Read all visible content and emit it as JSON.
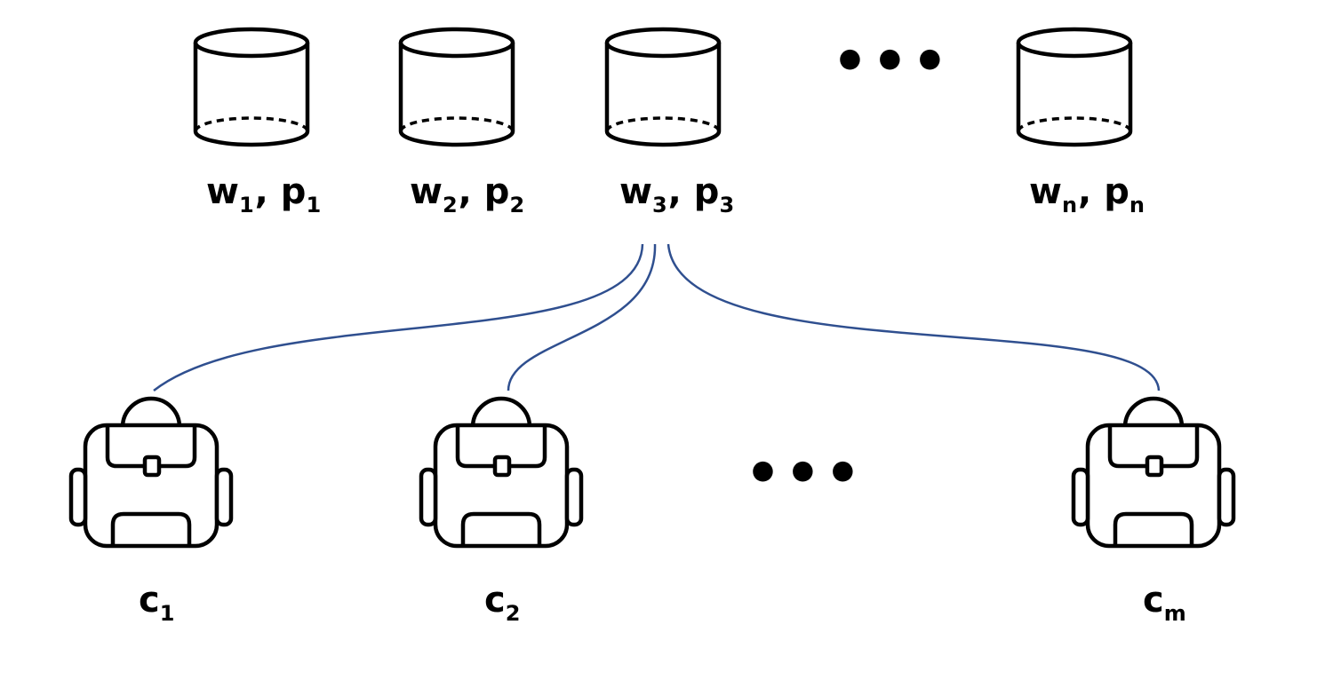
{
  "items": [
    {
      "w": "w",
      "w_sub": "1",
      "sep": ",",
      "p": "p",
      "p_sub": "1"
    },
    {
      "w": "w",
      "w_sub": "2",
      "sep": ",",
      "p": "p",
      "p_sub": "2"
    },
    {
      "w": "w",
      "w_sub": "3",
      "sep": ",",
      "p": "p",
      "p_sub": "3"
    },
    {
      "w": "w",
      "w_sub": "n",
      "sep": ",",
      "p": "p",
      "p_sub": "n"
    }
  ],
  "items_ellipsis": "•••",
  "knapsacks": [
    {
      "c": "c",
      "c_sub": "1"
    },
    {
      "c": "c",
      "c_sub": "2"
    },
    {
      "c": "c",
      "c_sub": "m"
    }
  ],
  "knapsacks_ellipsis": "•••",
  "colors": {
    "edge": "#2f4f8f",
    "stroke": "#000000"
  },
  "icons": {
    "item": "cylinder-icon",
    "knapsack": "backpack-icon"
  },
  "edges": [
    {
      "from_item": 3,
      "to_knapsack": 1
    },
    {
      "from_item": 3,
      "to_knapsack": 2
    },
    {
      "from_item": 3,
      "to_knapsack": "m"
    }
  ]
}
